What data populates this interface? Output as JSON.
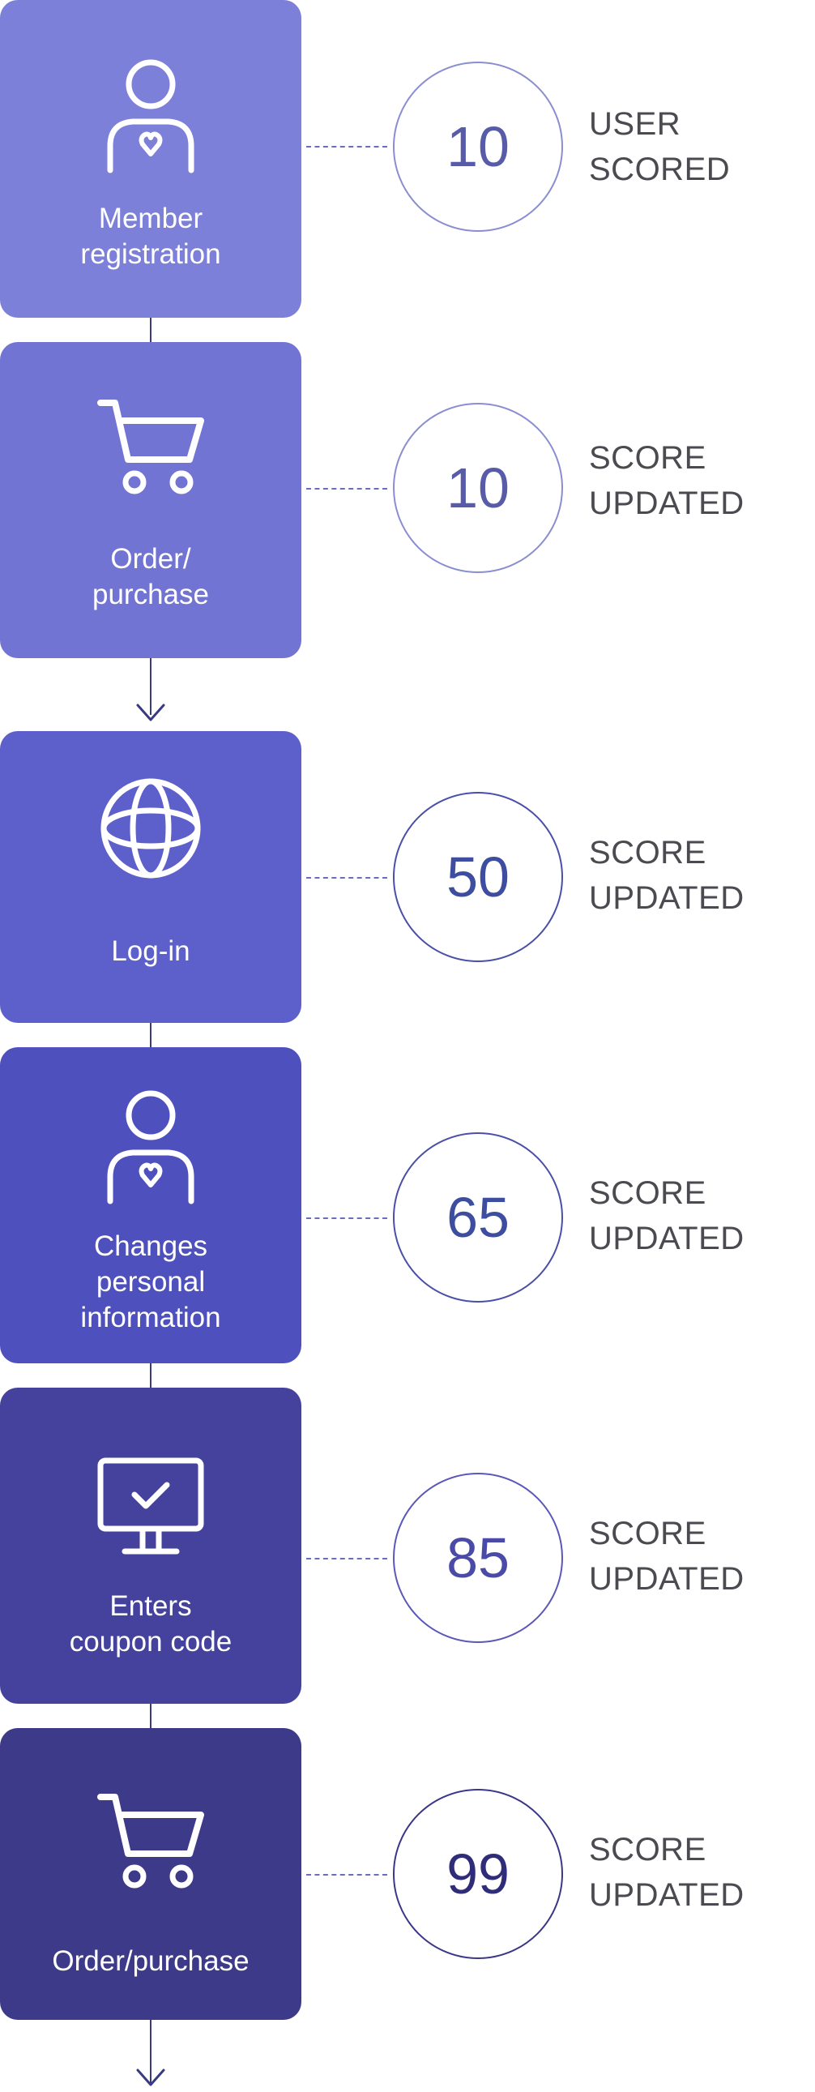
{
  "colors": {
    "step_bg": [
      "#7d80d8",
      "#7274d4",
      "#5d5fcb",
      "#4e50be",
      "#45429e",
      "#3d3a8a"
    ],
    "number": [
      "#585ca8",
      "#585ca8",
      "#3d4da0",
      "#3d4da0",
      "#4a4aa8",
      "#2f2c7a"
    ],
    "circle_border": [
      "#8a8ed0",
      "#8a8ed0",
      "#4a4fa8",
      "#4a4fa8",
      "#5a58b8",
      "#3a3788"
    ],
    "connector": "#6a6cc0",
    "line": "#3a3a80"
  },
  "steps": [
    {
      "icon": "user-icon",
      "label": "Member\nregistration",
      "score": "10",
      "status_line1": "USER",
      "status_line2": "SCORED"
    },
    {
      "icon": "cart-icon",
      "label": "Order/\npurchase",
      "score": "10",
      "status_line1": "SCORE",
      "status_line2": "UPDATED"
    },
    {
      "icon": "globe-icon",
      "label": "Log-in",
      "score": "50",
      "status_line1": "SCORE",
      "status_line2": "UPDATED"
    },
    {
      "icon": "user-icon",
      "label": "Changes\npersonal\ninformation",
      "score": "65",
      "status_line1": "SCORE",
      "status_line2": "UPDATED"
    },
    {
      "icon": "monitor-check-icon",
      "label": "Enters\ncoupon code",
      "score": "85",
      "status_line1": "SCORE",
      "status_line2": "UPDATED"
    },
    {
      "icon": "cart-icon",
      "label": "Order/purchase",
      "score": "99",
      "status_line1": "SCORE",
      "status_line2": "UPDATED"
    }
  ]
}
